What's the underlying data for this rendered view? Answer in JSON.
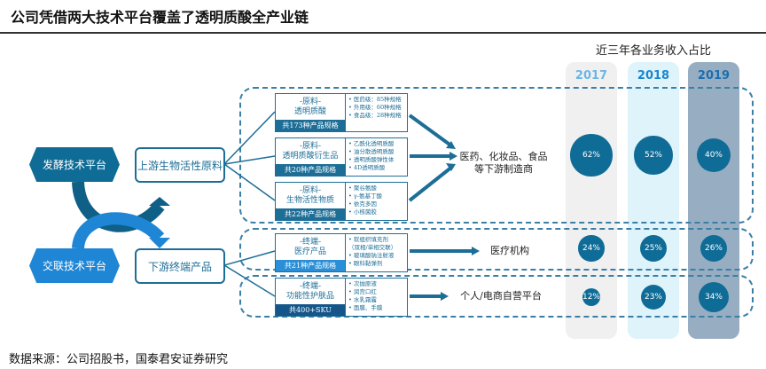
{
  "title": "公司凭借两大技术平台覆盖了透明质酸全产业链",
  "chart_title": "近三年各业务收入占比",
  "years": [
    "2017",
    "2018",
    "2019"
  ],
  "colors": {
    "primary": "#1d6e97",
    "col_2017": "#f0f0f0",
    "col_2018": "#dff3fb",
    "col_2019": "#97aec2",
    "circle": "#0f6c97"
  },
  "platforms": [
    "发酵技术平台",
    "交联技术平台"
  ],
  "segments": [
    "上游生物活性原料",
    "下游终端产品"
  ],
  "products": [
    {
      "tag": "-原料-",
      "name": "透明质酸",
      "count": "共173种产品规格",
      "items": [
        "医药级：85种规格",
        "外用级：60种规格",
        "食品级：28种规格"
      ]
    },
    {
      "tag": "-原料-",
      "name": "透明质酸衍生品",
      "count": "共20种产品规格",
      "items": [
        "乙酰化透明质酸",
        "油分散透明质酸",
        "透明质酸弹性体",
        "4D透明质酸"
      ]
    },
    {
      "tag": "-原料-",
      "name": "生物活性物质",
      "count": "共22种产品规格",
      "items": [
        "聚谷氨酸",
        "γ-氨基丁酸",
        "依克多因",
        "小核菌胶"
      ]
    },
    {
      "tag": "-终端-",
      "name": "医疗产品",
      "count": "共21种产品规格",
      "items": [
        "软组织填充剂",
        "（双相/单相交联）",
        "玻璃酸钠注射液",
        "眼科黏弹剂"
      ]
    },
    {
      "tag": "-终端-",
      "name": "功能性护肤品",
      "count": "共400+SKU",
      "items": [
        "次抛原液",
        "润宫口红",
        "水乳霜露",
        "面膜、手膜"
      ]
    }
  ],
  "channels": [
    "医药、化妆品、食品",
    "等下游制造商",
    "医疗机构",
    "个人/电商自营平台"
  ],
  "shares": [
    {
      "channel": "upstream",
      "values": [
        "62%",
        "52%",
        "40%"
      ]
    },
    {
      "channel": "medical",
      "values": [
        "24%",
        "25%",
        "26%"
      ]
    },
    {
      "channel": "consumer",
      "values": [
        "12%",
        "23%",
        "34%"
      ]
    }
  ],
  "footer": "数据来源：公司招股书，国泰君安证券研究"
}
